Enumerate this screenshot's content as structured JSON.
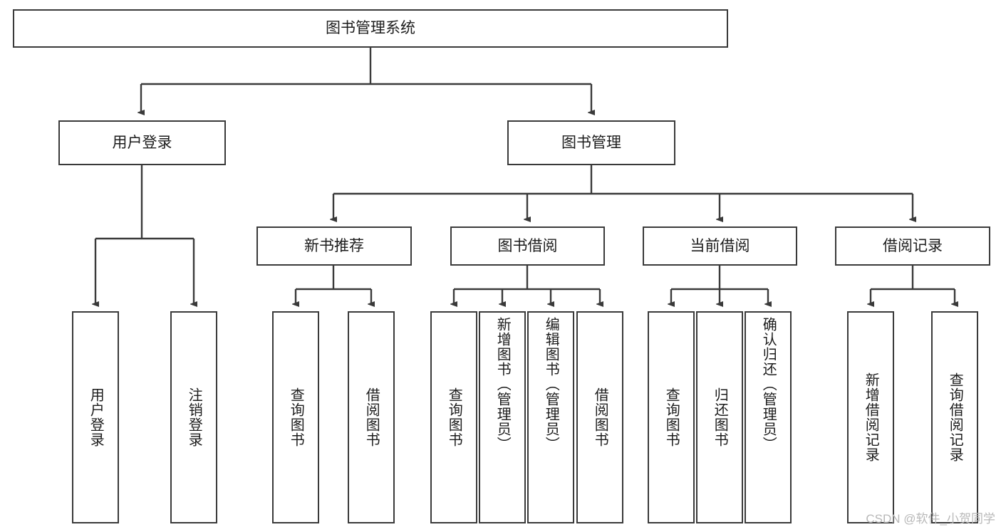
{
  "diagram": {
    "type": "tree",
    "title": "图书管理系统",
    "watermark": "CSDN @软件_小贺同学",
    "colors": {
      "stroke": "#3a3a3a",
      "fill": "#ffffff",
      "text": "#1c1c1c",
      "watermark": "#b8b8b8"
    },
    "nodes": {
      "root": "图书管理系统",
      "level2": [
        {
          "label": "用户登录"
        },
        {
          "label": "图书管理"
        }
      ],
      "level3": [
        {
          "label": "新书推荐"
        },
        {
          "label": "图书借阅"
        },
        {
          "label": "当前借阅"
        },
        {
          "label": "借阅记录"
        }
      ],
      "leaves": {
        "user_login": [
          {
            "label": "用户登录"
          },
          {
            "label": "注销登录"
          }
        ],
        "new_book": [
          {
            "label": "查询图书"
          },
          {
            "label": "借阅图书"
          }
        ],
        "book_borrow": [
          {
            "label": "查询图书"
          },
          {
            "label": "新增图书（管理员）"
          },
          {
            "label": "编辑图书（管理员）"
          },
          {
            "label": "借阅图书"
          }
        ],
        "current_borrow": [
          {
            "label": "查询图书"
          },
          {
            "label": "归还图书"
          },
          {
            "label": "确认归还（管理员）"
          }
        ],
        "borrow_record": [
          {
            "label": "新增借阅记录"
          },
          {
            "label": "查询借阅记录"
          }
        ]
      }
    }
  }
}
